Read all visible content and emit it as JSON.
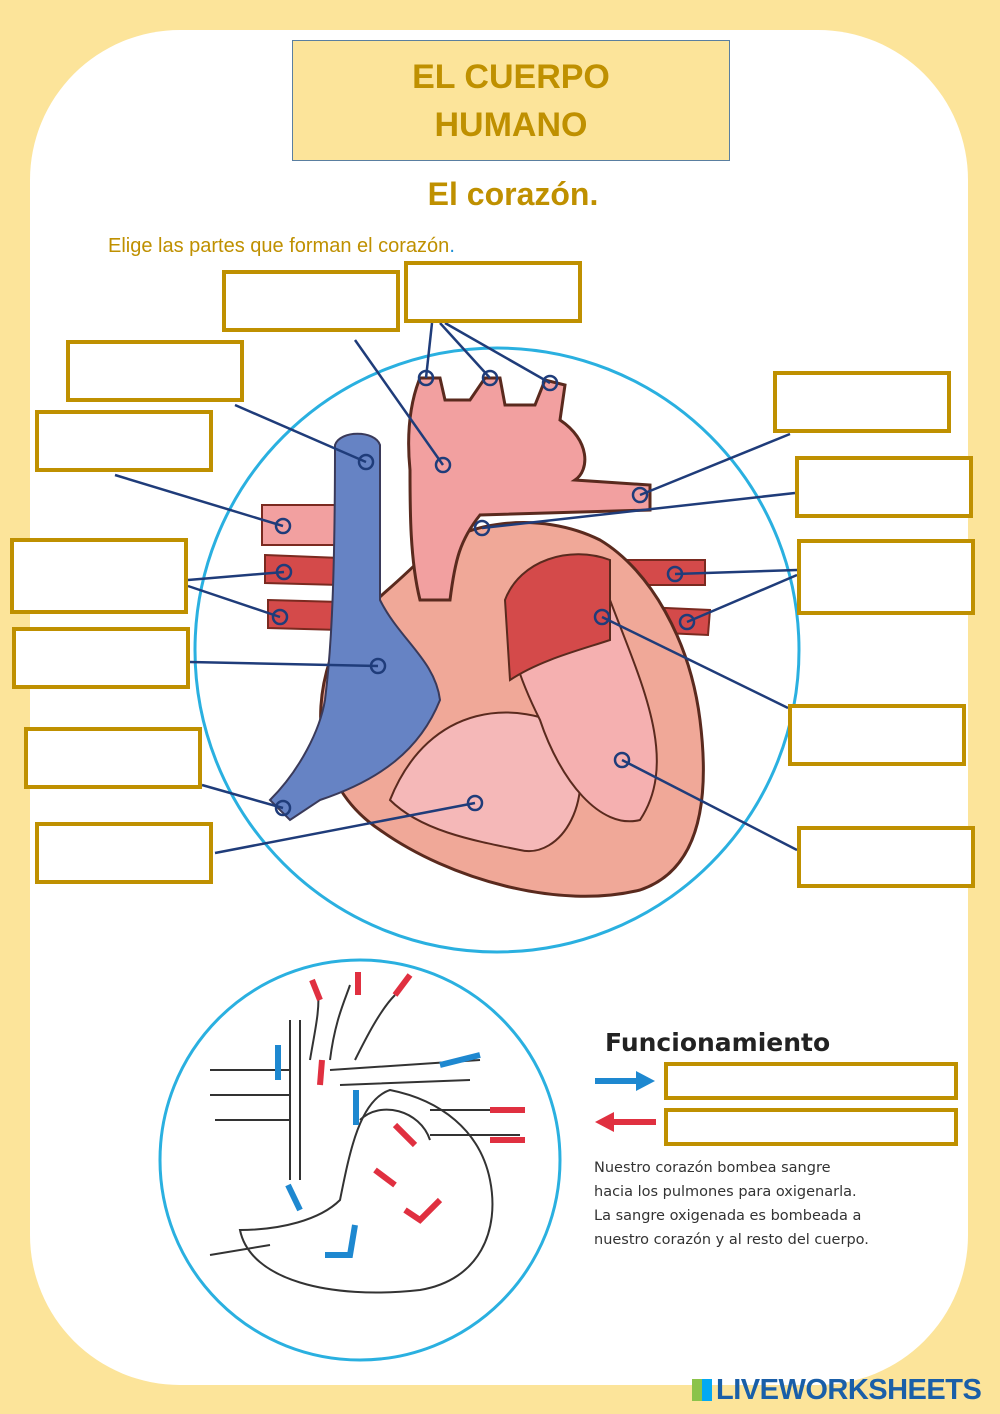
{
  "header": {
    "title_line1": "EL CUERPO",
    "title_line2": "HUMANO",
    "subtitle": "El corazón.",
    "instruction": "Elige las partes que forman el corazón",
    "instruction_end": "."
  },
  "diagram": {
    "answer_boxes_count": 13
  },
  "funcionamiento": {
    "title": "Funcionamiento",
    "arrow_blue_color": "#1e88d0",
    "arrow_red_color": "#e03040",
    "text": "Nuestro corazón bombea sangre hacia los pulmones para oxigenarla. La sangre oxigenada es bombeada a nuestro corazón y al resto del cuerpo."
  },
  "footer": {
    "logo": "LIVEWORKSHEETS"
  }
}
